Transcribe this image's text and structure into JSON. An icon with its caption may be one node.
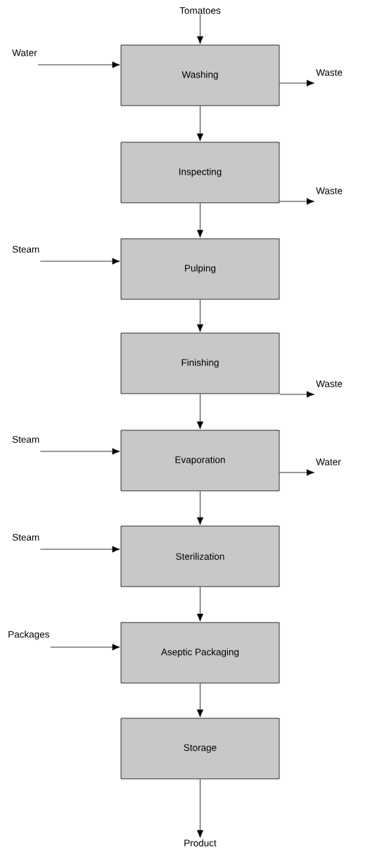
{
  "diagram": {
    "nodes": [
      {
        "text": [
          "Tomatoes"
        ]
      },
      {
        "text": [
          "Water"
        ]
      },
      {
        "text": [
          "Washing"
        ]
      },
      {
        "text": [
          "Waste"
        ]
      },
      {
        "text": [
          "Inspecting"
        ]
      },
      {
        "text": [
          "Waste"
        ]
      },
      {
        "text": [
          "Steam"
        ]
      },
      {
        "text": [
          "Pulping"
        ]
      },
      {
        "text": [
          "Finishing"
        ]
      },
      {
        "text": [
          "Waste"
        ]
      },
      {
        "text": [
          "Steam"
        ]
      },
      {
        "text": [
          "Evaporation"
        ]
      },
      {
        "text": [
          "Water"
        ]
      },
      {
        "text": [
          "Steam"
        ]
      },
      {
        "text": [
          "Sterilization"
        ]
      },
      {
        "text": [
          "Packages"
        ]
      },
      {
        "text": [
          "Aseptic Packaging"
        ]
      },
      {
        "text": [
          "Storage"
        ]
      },
      {
        "text": [
          "Product"
        ]
      }
    ],
    "edges": [
      {
        "from": 0,
        "to": 2,
        "arrow": "to"
      },
      {
        "from": 1,
        "to": 2,
        "arrow": "to"
      },
      {
        "from": 2,
        "to": 3,
        "arrow": "to"
      },
      {
        "from": 2,
        "to": 4,
        "arrow": "to"
      },
      {
        "from": 4,
        "to": 5,
        "arrow": "to"
      },
      {
        "from": 4,
        "to": 7,
        "arrow": "to"
      },
      {
        "from": 6,
        "to": 7,
        "arrow": "to"
      },
      {
        "from": 7,
        "to": 8,
        "arrow": "to"
      },
      {
        "from": 8,
        "to": 9,
        "arrow": "to"
      },
      {
        "from": 8,
        "to": 11,
        "arrow": "to"
      },
      {
        "from": 10,
        "to": 11,
        "arrow": "to"
      },
      {
        "from": 11,
        "to": 12,
        "arrow": "to"
      },
      {
        "from": 11,
        "to": 14,
        "arrow": "to"
      },
      {
        "from": 13,
        "to": 14,
        "arrow": "to"
      },
      {
        "from": 14,
        "to": 16,
        "arrow": "to"
      },
      {
        "from": 15,
        "to": 16,
        "arrow": "to"
      },
      {
        "from": 16,
        "to": 17,
        "arrow": "to"
      },
      {
        "from": 17,
        "to": 18,
        "arrow": "to"
      }
    ]
  }
}
